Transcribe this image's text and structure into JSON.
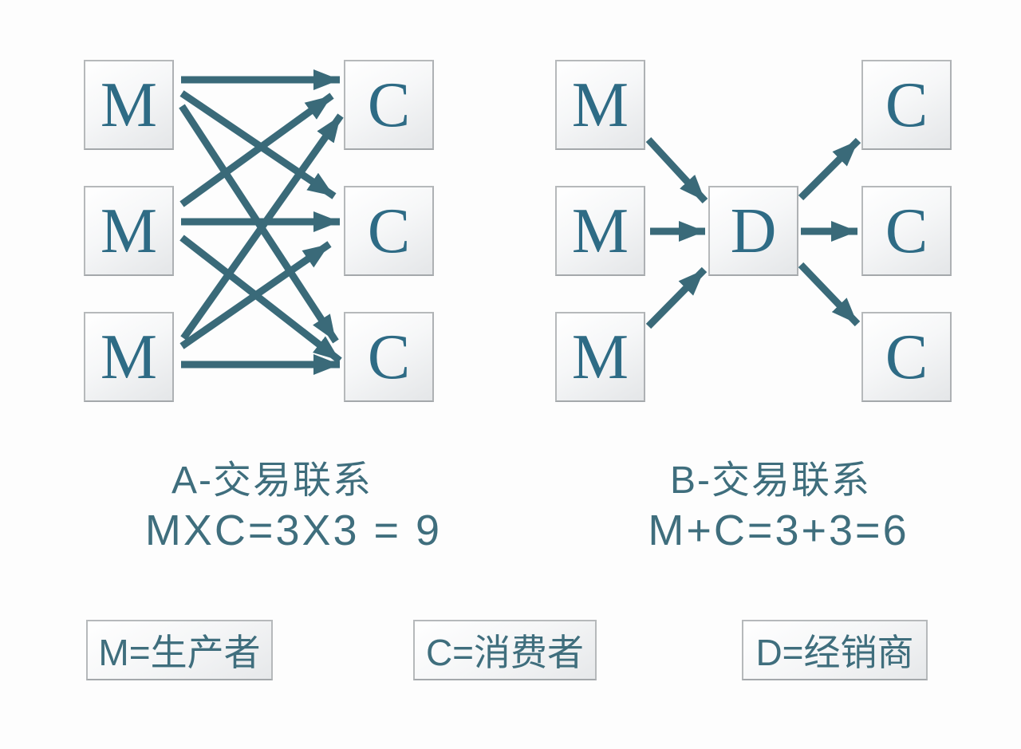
{
  "diagram_a": {
    "producers": [
      "M",
      "M",
      "M"
    ],
    "consumers": [
      "C",
      "C",
      "C"
    ],
    "caption_title": "A-交易联系",
    "caption_formula": "MXC=3X3 = 9",
    "connections": [
      [
        "M1",
        "C1"
      ],
      [
        "M1",
        "C2"
      ],
      [
        "M1",
        "C3"
      ],
      [
        "M2",
        "C1"
      ],
      [
        "M2",
        "C2"
      ],
      [
        "M2",
        "C3"
      ],
      [
        "M3",
        "C1"
      ],
      [
        "M3",
        "C2"
      ],
      [
        "M3",
        "C3"
      ]
    ]
  },
  "diagram_b": {
    "producers": [
      "M",
      "M",
      "M"
    ],
    "distributor": "D",
    "consumers": [
      "C",
      "C",
      "C"
    ],
    "caption_title": "B-交易联系",
    "caption_formula": "M+C=3+3=6",
    "connections": [
      [
        "M1",
        "D"
      ],
      [
        "M2",
        "D"
      ],
      [
        "M3",
        "D"
      ],
      [
        "D",
        "C1"
      ],
      [
        "D",
        "C2"
      ],
      [
        "D",
        "C3"
      ]
    ]
  },
  "legend": {
    "items": [
      {
        "id": "M",
        "label": "M=生产者"
      },
      {
        "id": "C",
        "label": "C=消费者"
      },
      {
        "id": "D",
        "label": "D=经销商"
      }
    ]
  },
  "colors": {
    "node_letter": "#2e6b85",
    "arrow": "#3a6a79",
    "caption_text": "#3f6e7d",
    "box_border": "#b6b9bb",
    "background": "#fdfdfd"
  }
}
